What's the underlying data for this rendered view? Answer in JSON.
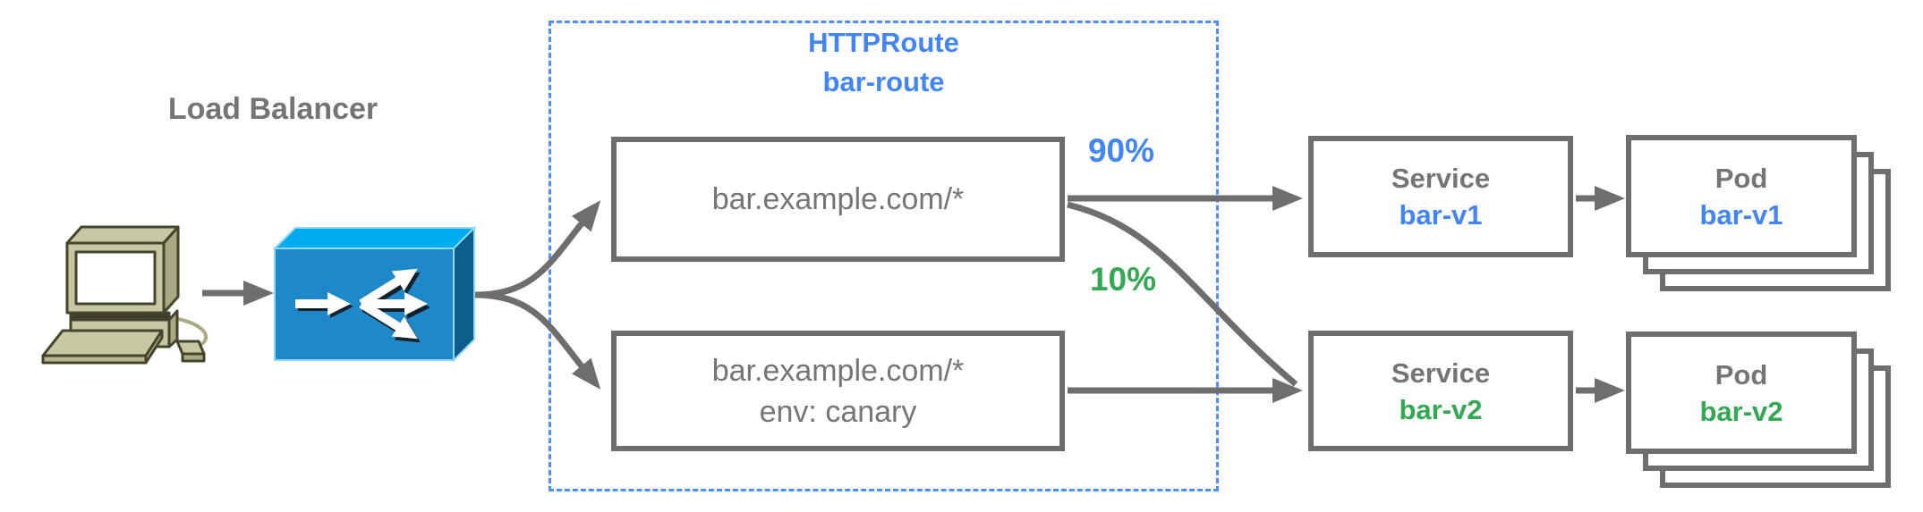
{
  "load_balancer": {
    "label": "Load Balancer"
  },
  "httproute": {
    "kind": "HTTPRoute",
    "name": "bar-route",
    "rules": [
      {
        "match": "bar.example.com/*"
      },
      {
        "match": "bar.example.com/*",
        "header_match": "env: canary"
      }
    ]
  },
  "traffic_split": {
    "v1_weight": "90%",
    "v2_weight": "10%"
  },
  "services": [
    {
      "kind": "Service",
      "name": "bar-v1"
    },
    {
      "kind": "Service",
      "name": "bar-v2"
    }
  ],
  "pods": [
    {
      "kind": "Pod",
      "name": "bar-v1"
    },
    {
      "kind": "Pod",
      "name": "bar-v2"
    }
  ],
  "colors": {
    "accent_blue": "#4285F4",
    "accent_green": "#34A853",
    "dashed_border_blue": "#4E8FF7",
    "line_gray": "#6E6E6E",
    "text_gray": "#757575",
    "lb_front": "#1E88C9",
    "lb_top": "#00ACEE",
    "lb_side": "#0E5E8C",
    "computer_body": "#C7C7A4"
  }
}
